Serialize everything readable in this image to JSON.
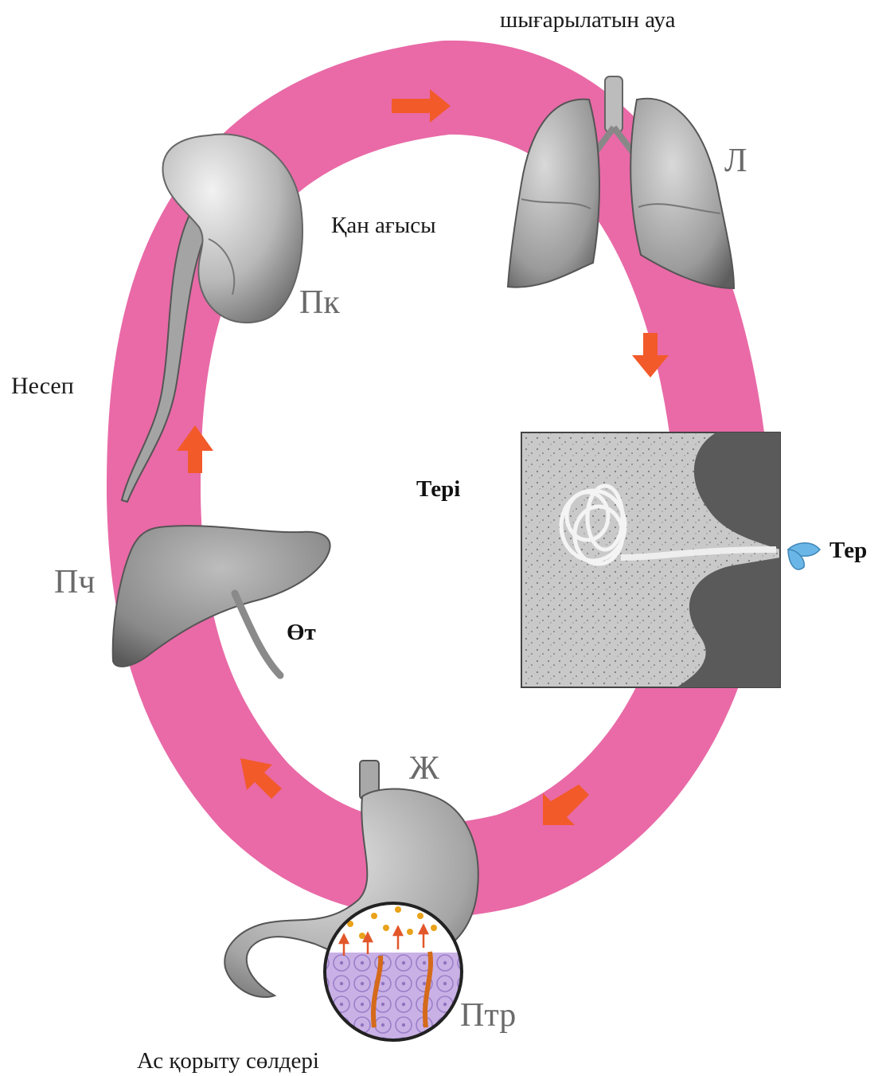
{
  "labels": {
    "exhaled_air": "шығарылатын ауа",
    "blood_flow": "Қан ағысы",
    "urine": "Несеп",
    "skin": "Тері",
    "sweat": "Тер",
    "bile": "Өт",
    "digestive_juices": "Ас қорыту сөлдері"
  },
  "organs": {
    "lungs": "Л",
    "kidney": "Пк",
    "liver": "Пч",
    "stomach": "Ж",
    "intestine": "Птр"
  },
  "colors": {
    "blood_loop": "#e96aa7",
    "arrow": "#f25a2a",
    "organ_gray": "#9a9a9a",
    "sweat_drop": "#6ab6e6"
  },
  "icons": [
    "kidney-icon",
    "lungs-icon",
    "liver-icon",
    "stomach-icon",
    "skin-section-icon",
    "sweat-drop-icon",
    "magnifier-icon",
    "flow-arrow-icon"
  ]
}
